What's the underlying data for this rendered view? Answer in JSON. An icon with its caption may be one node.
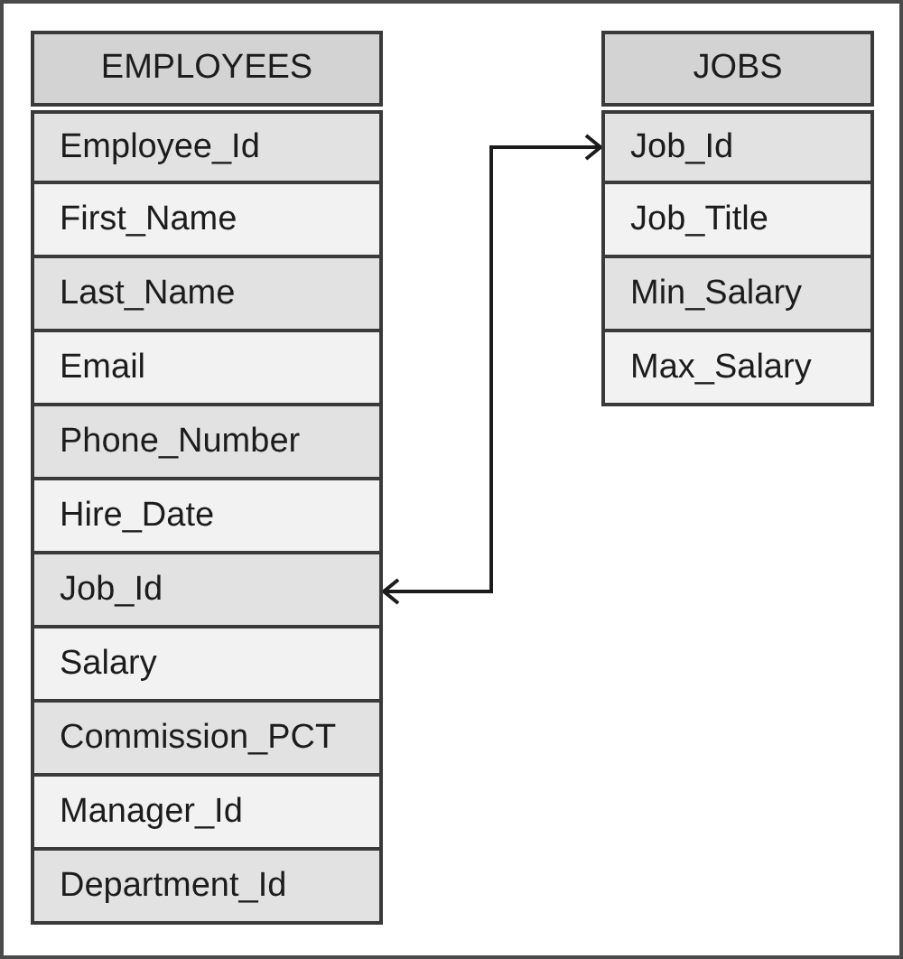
{
  "diagram": {
    "nodes": [
      {
        "text": [
          "EMPLOYEES"
        ]
      },
      {
        "text": [
          "Employee_Id"
        ]
      },
      {
        "text": [
          "First_Name"
        ]
      },
      {
        "text": [
          "Last_Name"
        ]
      },
      {
        "text": [
          "Email"
        ]
      },
      {
        "text": [
          "Phone_Number"
        ]
      },
      {
        "text": [
          "Hire_Date"
        ]
      },
      {
        "text": [
          "Job_Id"
        ]
      },
      {
        "text": [
          "Salary"
        ]
      },
      {
        "text": [
          "Commission_PCT"
        ]
      },
      {
        "text": [
          "Manager_Id"
        ]
      },
      {
        "text": [
          "Department_Id"
        ]
      },
      {
        "text": [
          "JOBS"
        ]
      },
      {
        "text": [
          "Job_Id"
        ]
      },
      {
        "text": [
          "Job_Title"
        ]
      },
      {
        "text": [
          "Min_Salary"
        ]
      },
      {
        "text": [
          "Max_Salary"
        ]
      }
    ],
    "edges": [
      {
        "from": 7,
        "to": 13,
        "arrow": "both"
      }
    ]
  }
}
